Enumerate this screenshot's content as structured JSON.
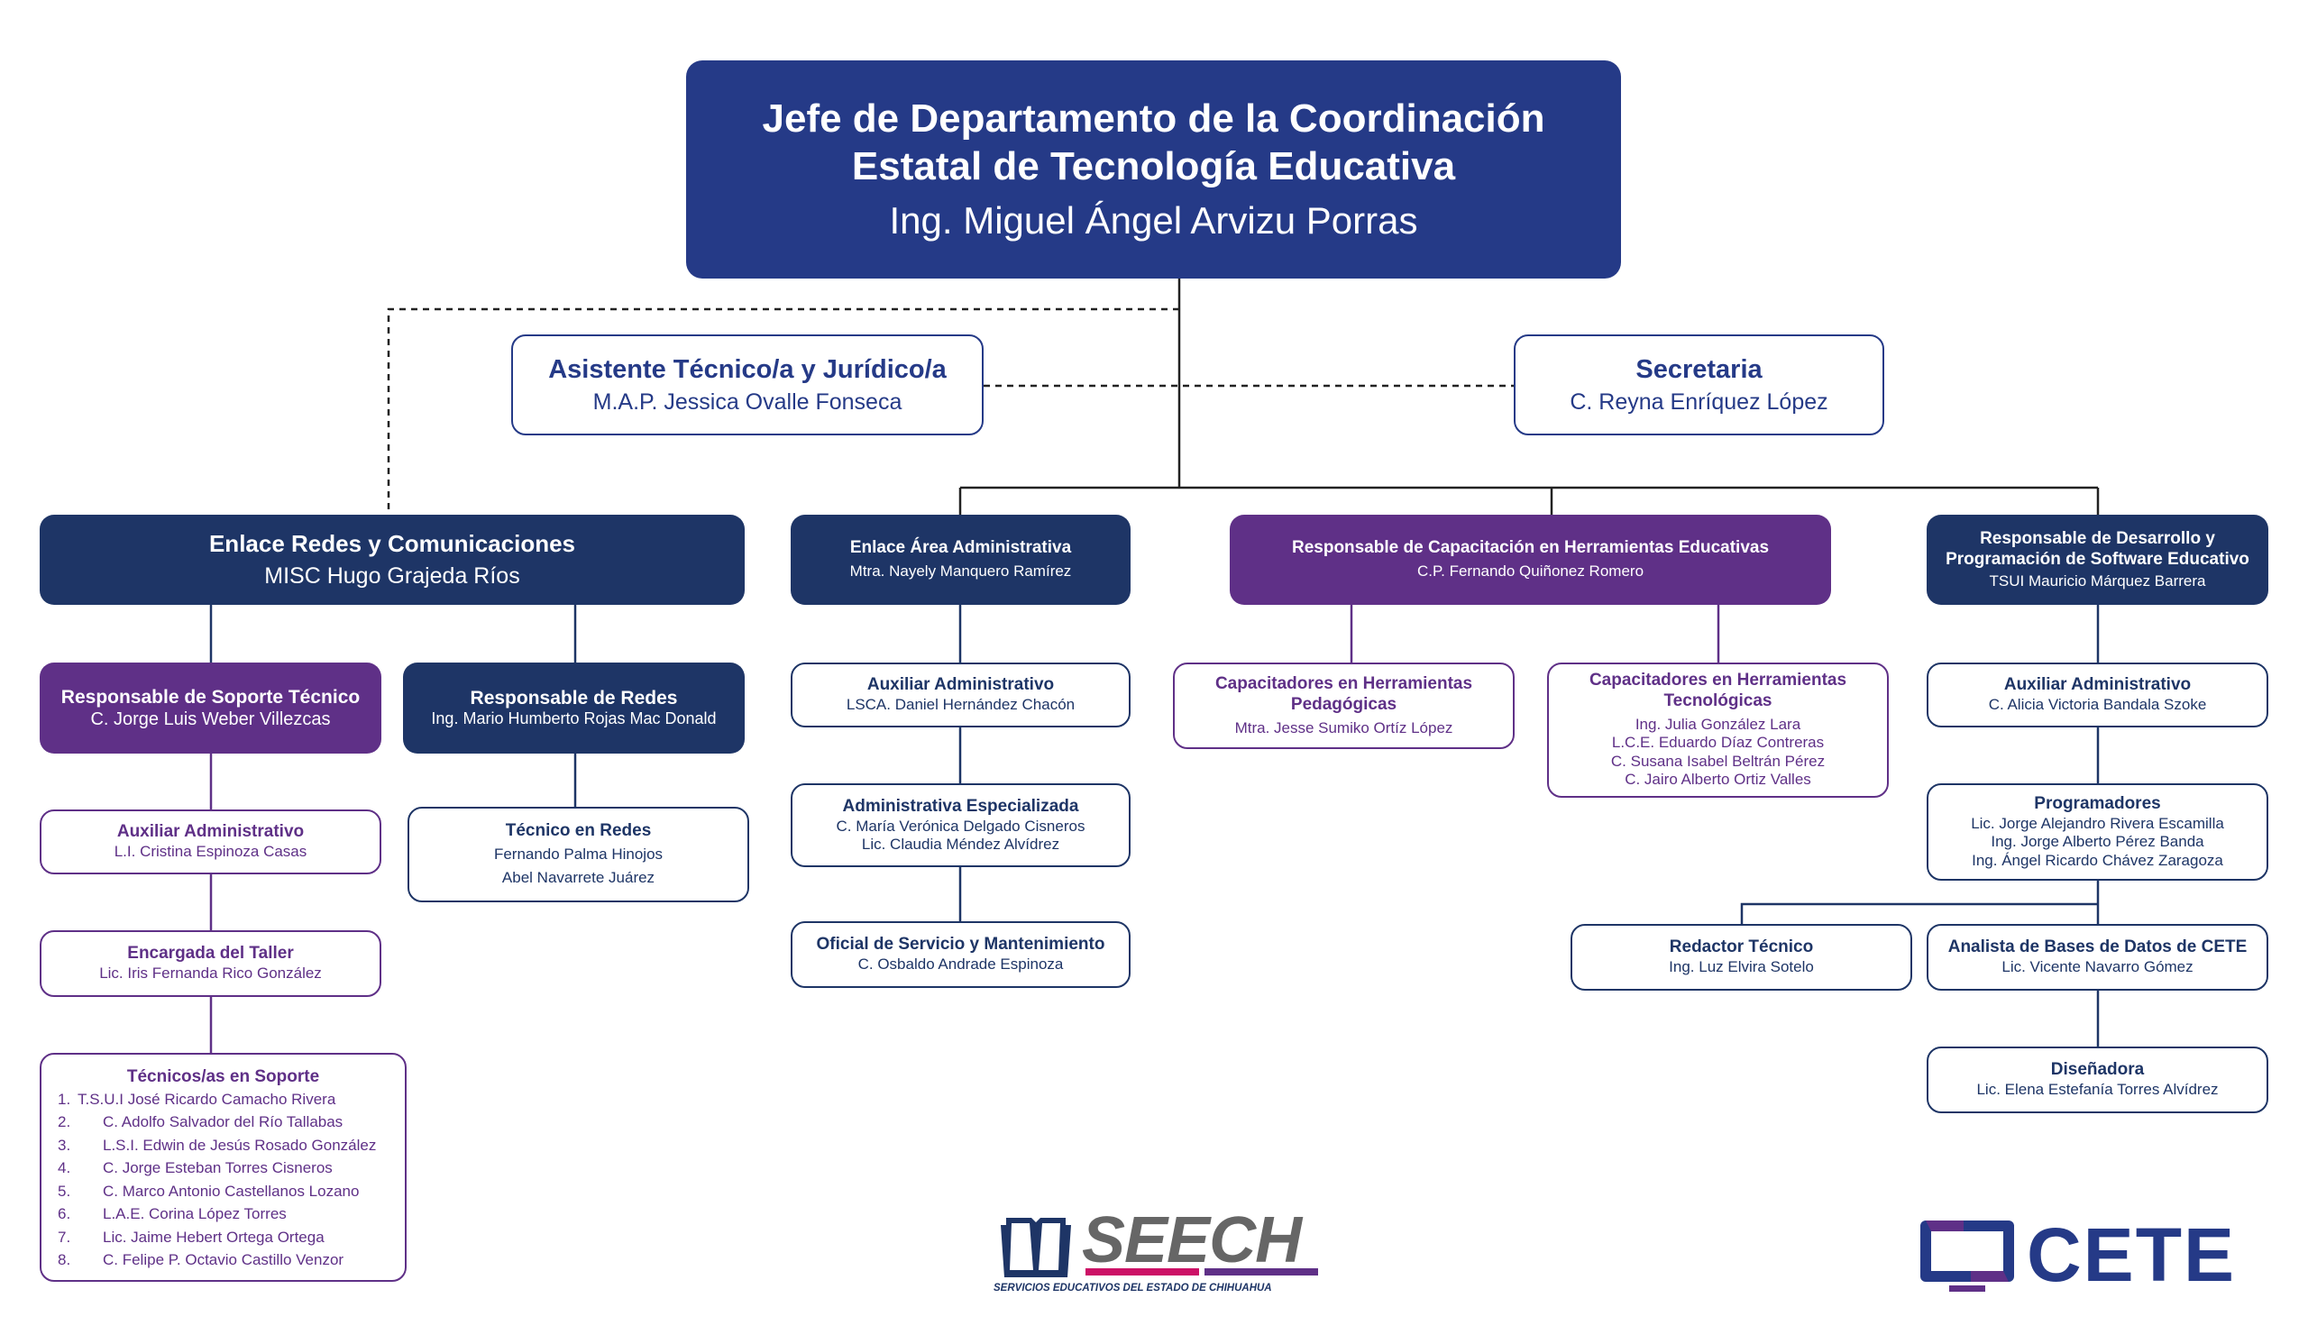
{
  "head": {
    "title_line1": "Jefe de Departamento de la Coordinación",
    "title_line2": "Estatal de Tecnología Educativa",
    "name": "Ing. Miguel Ángel Arvizu Porras"
  },
  "assistant": {
    "title": "Asistente Técnico/a y Jurídico/a",
    "name": "M.A.P. Jessica Ovalle Fonseca"
  },
  "secretary": {
    "title": "Secretaria",
    "name": "C. Reyna Enríquez López"
  },
  "redes": {
    "title": "Enlace Redes y Comunicaciones",
    "name": "MISC Hugo Grajeda Ríos",
    "soporte": {
      "title": "Responsable de Soporte Técnico",
      "name": "C. Jorge Luis Weber Villezcas"
    },
    "resp_redes": {
      "title": "Responsable de Redes",
      "name": "Ing. Mario Humberto Rojas Mac Donald"
    },
    "aux": {
      "title": "Auxiliar Administrativo",
      "name": "L.I. Cristina Espinoza Casas"
    },
    "taller": {
      "title": "Encargada del Taller",
      "name": "Lic. Iris Fernanda Rico González"
    },
    "tec_redes": {
      "title": "Técnico en Redes",
      "names": [
        "Fernando Palma Hinojos",
        "Abel Navarrete Juárez"
      ]
    },
    "tecnicos": {
      "title": "Técnicos/as en Soporte",
      "items": [
        {
          "num": "1.",
          "name": "T.S.U.I José Ricardo Camacho Rivera"
        },
        {
          "num": "2.",
          "name": "C. Adolfo Salvador del Río Tallabas"
        },
        {
          "num": "3.",
          "name": "L.S.I. Edwin de Jesús Rosado González"
        },
        {
          "num": "4.",
          "name": "C. Jorge Esteban Torres Cisneros"
        },
        {
          "num": "5.",
          "name": "C. Marco Antonio Castellanos Lozano"
        },
        {
          "num": "6.",
          "name": "L.A.E. Corina López Torres"
        },
        {
          "num": "7.",
          "name": "Lic. Jaime Hebert Ortega Ortega"
        },
        {
          "num": "8.",
          "name": "C. Felipe P. Octavio Castillo Venzor"
        }
      ]
    }
  },
  "admin": {
    "title": "Enlace Área Administrativa",
    "name": "Mtra. Nayely Manquero Ramírez",
    "aux": {
      "title": "Auxiliar Administrativo",
      "name": "LSCA. Daniel Hernández Chacón"
    },
    "esp": {
      "title": "Administrativa Especializada",
      "names": [
        "C. María Verónica Delgado Cisneros",
        "Lic. Claudia Méndez Alvídrez"
      ]
    },
    "oficial": {
      "title": "Oficial de Servicio y Mantenimiento",
      "name": "C. Osbaldo Andrade Espinoza"
    }
  },
  "capacitacion": {
    "title": "Responsable de Capacitación en Herramientas Educativas",
    "name": "C.P. Fernando Quiñonez Romero",
    "ped": {
      "title_line1": "Capacitadores en Herramientas",
      "title_line2": "Pedagógicas",
      "name": "Mtra. Jesse Sumiko Ortíz López"
    },
    "tec": {
      "title_line1": "Capacitadores en Herramientas",
      "title_line2": "Tecnológicas",
      "names": [
        "Ing. Julia González Lara",
        "L.C.E. Eduardo Díaz Contreras",
        "C. Susana Isabel Beltrán Pérez",
        "C. Jairo Alberto Ortiz Valles"
      ]
    }
  },
  "software": {
    "title_line1": "Responsable de Desarrollo y",
    "title_line2": "Programación de Software Educativo",
    "name": "TSUI Mauricio Márquez Barrera",
    "aux": {
      "title": "Auxiliar Administrativo",
      "name": "C. Alicia Victoria Bandala Szoke"
    },
    "prog": {
      "title": "Programadores",
      "names": [
        "Lic. Jorge Alejandro Rivera Escamilla",
        "Ing. Jorge Alberto Pérez Banda",
        "Ing. Ángel Ricardo Chávez Zaragoza"
      ]
    },
    "redactor": {
      "title": "Redactor Técnico",
      "name": "Ing. Luz Elvira Sotelo"
    },
    "analista": {
      "title": "Analista de Bases de Datos de CETE",
      "name": "Lic. Vicente Navarro Gómez"
    },
    "disenadora": {
      "title": "Diseñadora",
      "name": "Lic. Elena Estefanía Torres Alvídrez"
    }
  },
  "logos": {
    "seech": "SEECH",
    "seech_sub": "SERVICIOS EDUCATIVOS DEL ESTADO DE CHIHUAHUA",
    "cete": "CETE"
  },
  "colors": {
    "navy": "#1e3566",
    "royal": "#253a87",
    "purple": "#5f3087",
    "pink": "#cc1166",
    "gray": "#666666"
  }
}
